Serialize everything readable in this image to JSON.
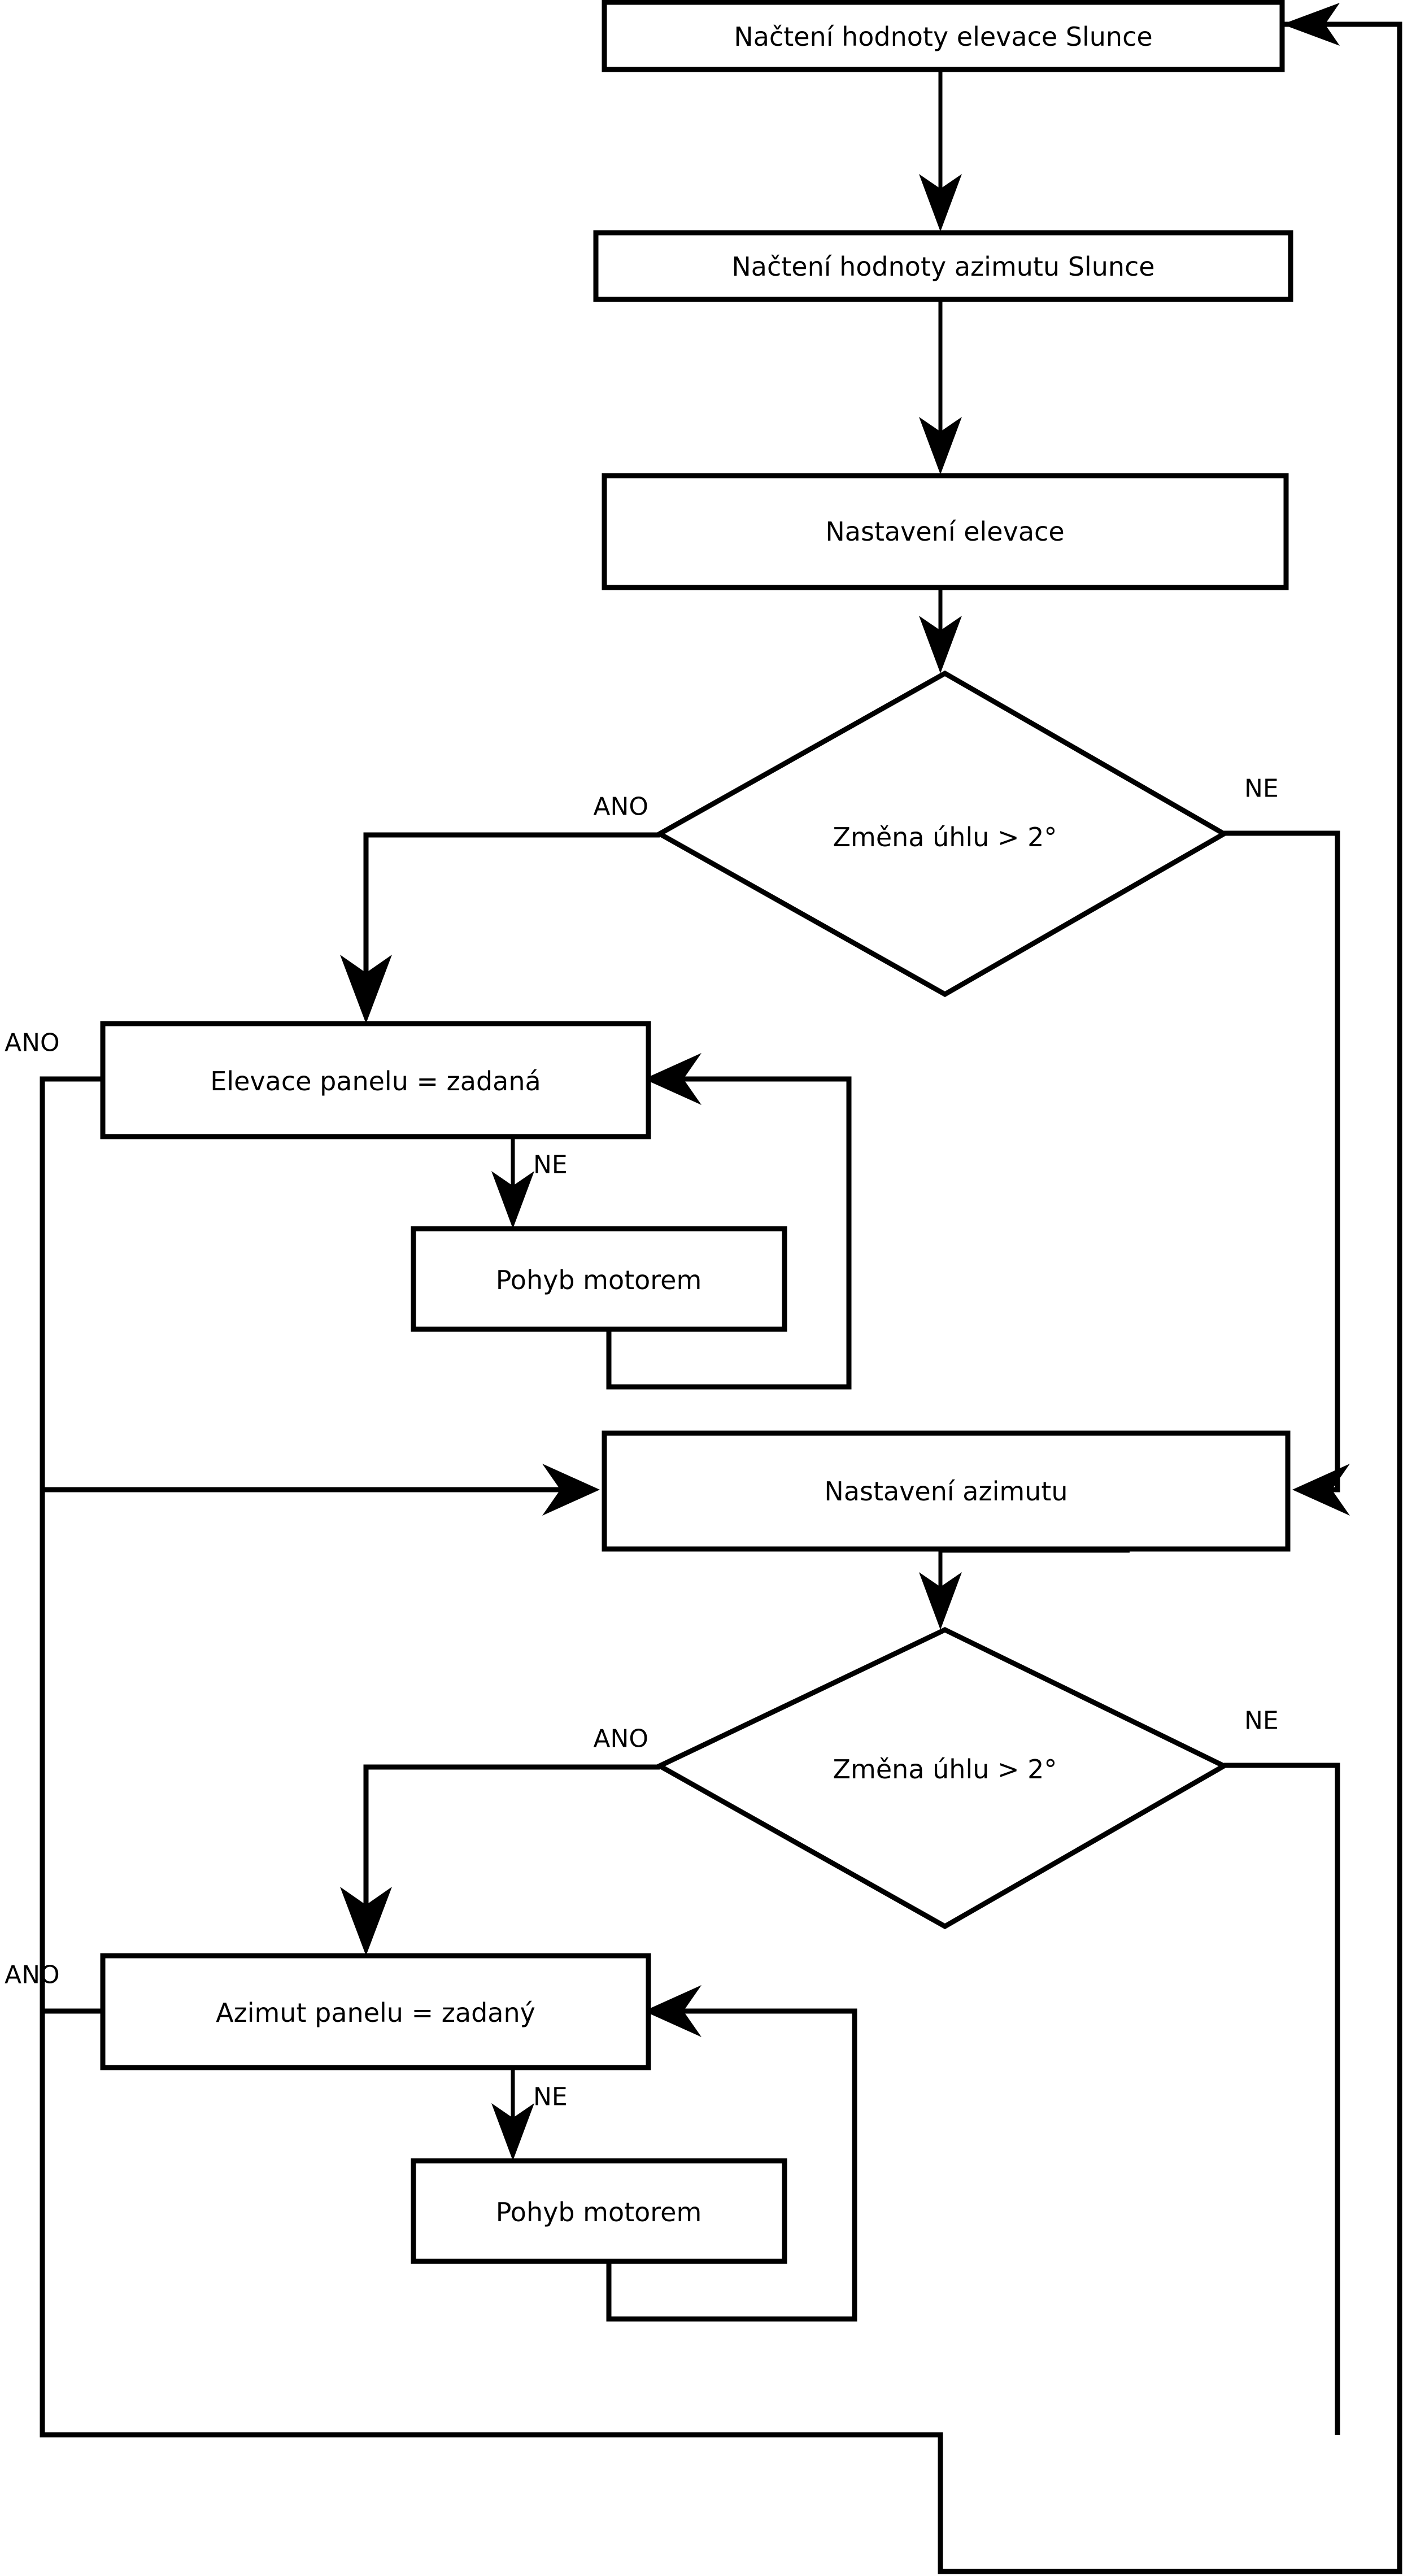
{
  "diagram": {
    "type": "flowchart",
    "language": "cs",
    "title": "",
    "colors": {
      "background": "#ffffff",
      "stroke": "#000000",
      "node_fill": "#ffffff",
      "text": "#000000"
    },
    "nodes": [
      {
        "id": "read-elevation",
        "shape": "process",
        "label": "Načtení hodnoty elevace Slunce"
      },
      {
        "id": "read-azimuth",
        "shape": "process",
        "label": "Načtení hodnoty azimutu Slunce"
      },
      {
        "id": "set-elevation",
        "shape": "process",
        "label": "Nastavení elevace"
      },
      {
        "id": "decision-elevation",
        "shape": "decision",
        "label": "Změna úhlu > 2°"
      },
      {
        "id": "panel-elevation-equals",
        "shape": "process",
        "label": "Elevace panelu = zadaná"
      },
      {
        "id": "motor-move-elevation",
        "shape": "process",
        "label": "Pohyb motorem"
      },
      {
        "id": "set-azimuth",
        "shape": "process",
        "label": "Nastavení azimutu"
      },
      {
        "id": "decision-azimuth",
        "shape": "decision",
        "label": "Změna úhlu > 2°"
      },
      {
        "id": "panel-azimuth-equals",
        "shape": "process",
        "label": "Azimut panelu = zadaný"
      },
      {
        "id": "motor-move-azimuth",
        "shape": "process",
        "label": "Pohyb motorem"
      }
    ],
    "edge_labels": {
      "elevation_decision_yes": "ANO",
      "elevation_decision_no": "NE",
      "elevation_panel_yes": "ANO",
      "elevation_panel_no": "NE",
      "azimuth_decision_yes": "ANO",
      "azimuth_decision_no": "NE",
      "azimuth_panel_yes": "ANO",
      "azimuth_panel_no": "NE"
    },
    "edges": [
      {
        "from": "read-elevation",
        "to": "read-azimuth",
        "label": ""
      },
      {
        "from": "read-azimuth",
        "to": "set-elevation",
        "label": ""
      },
      {
        "from": "set-elevation",
        "to": "decision-elevation",
        "label": ""
      },
      {
        "from": "decision-elevation",
        "to": "panel-elevation-equals",
        "label": "ANO"
      },
      {
        "from": "decision-elevation",
        "to": "set-azimuth",
        "label": "NE"
      },
      {
        "from": "panel-elevation-equals",
        "to": "motor-move-elevation",
        "label": "NE"
      },
      {
        "from": "motor-move-elevation",
        "to": "panel-elevation-equals",
        "label": ""
      },
      {
        "from": "panel-elevation-equals",
        "to": "set-azimuth",
        "label": "ANO"
      },
      {
        "from": "set-azimuth",
        "to": "decision-azimuth",
        "label": ""
      },
      {
        "from": "decision-azimuth",
        "to": "panel-azimuth-equals",
        "label": "ANO"
      },
      {
        "from": "decision-azimuth",
        "to": "set-azimuth-return",
        "label": "NE"
      },
      {
        "from": "panel-azimuth-equals",
        "to": "motor-move-azimuth",
        "label": "NE"
      },
      {
        "from": "motor-move-azimuth",
        "to": "panel-azimuth-equals",
        "label": ""
      },
      {
        "from": "panel-azimuth-equals",
        "to": "read-elevation",
        "label": "ANO"
      }
    ]
  }
}
